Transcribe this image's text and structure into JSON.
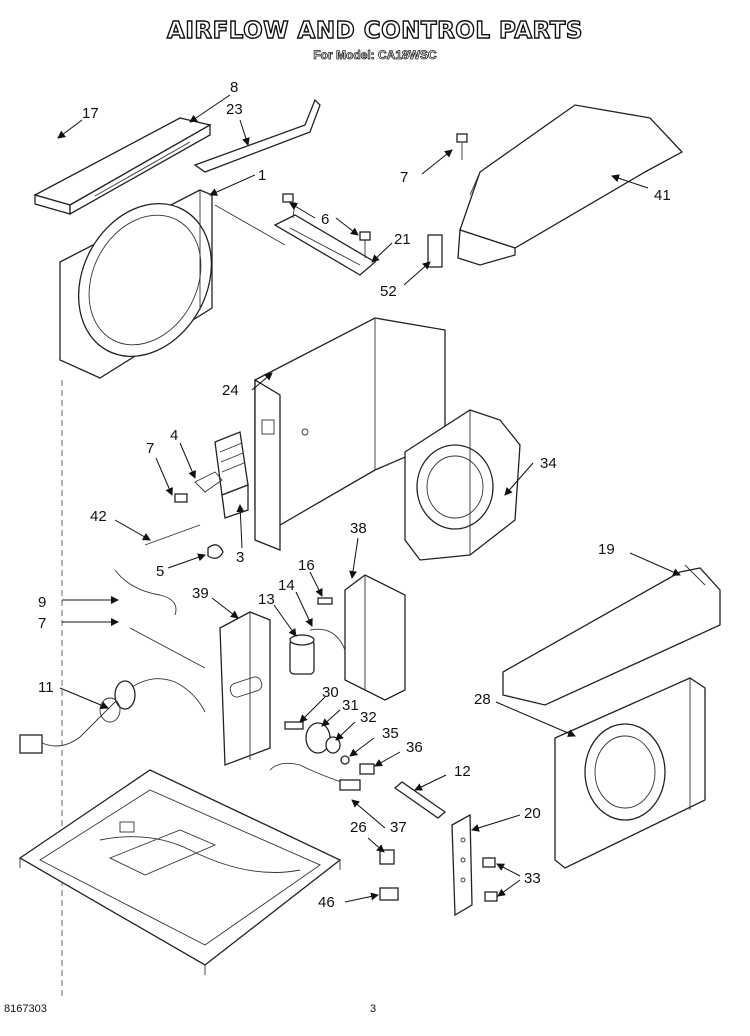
{
  "header": {
    "title": "AIRFLOW AND CONTROL PARTS",
    "subtitle": "For Model: CA18WSC"
  },
  "callouts": [
    "17",
    "8",
    "23",
    "1",
    "7",
    "41",
    "6",
    "21",
    "52",
    "24",
    "7",
    "4",
    "34",
    "42",
    "5",
    "3",
    "38",
    "19",
    "9",
    "7",
    "39",
    "16",
    "14",
    "13",
    "11",
    "30",
    "31",
    "32",
    "35",
    "36",
    "28",
    "12",
    "20",
    "26",
    "37",
    "33",
    "46"
  ],
  "footer": {
    "doc_number": "8167303",
    "page": "3"
  }
}
